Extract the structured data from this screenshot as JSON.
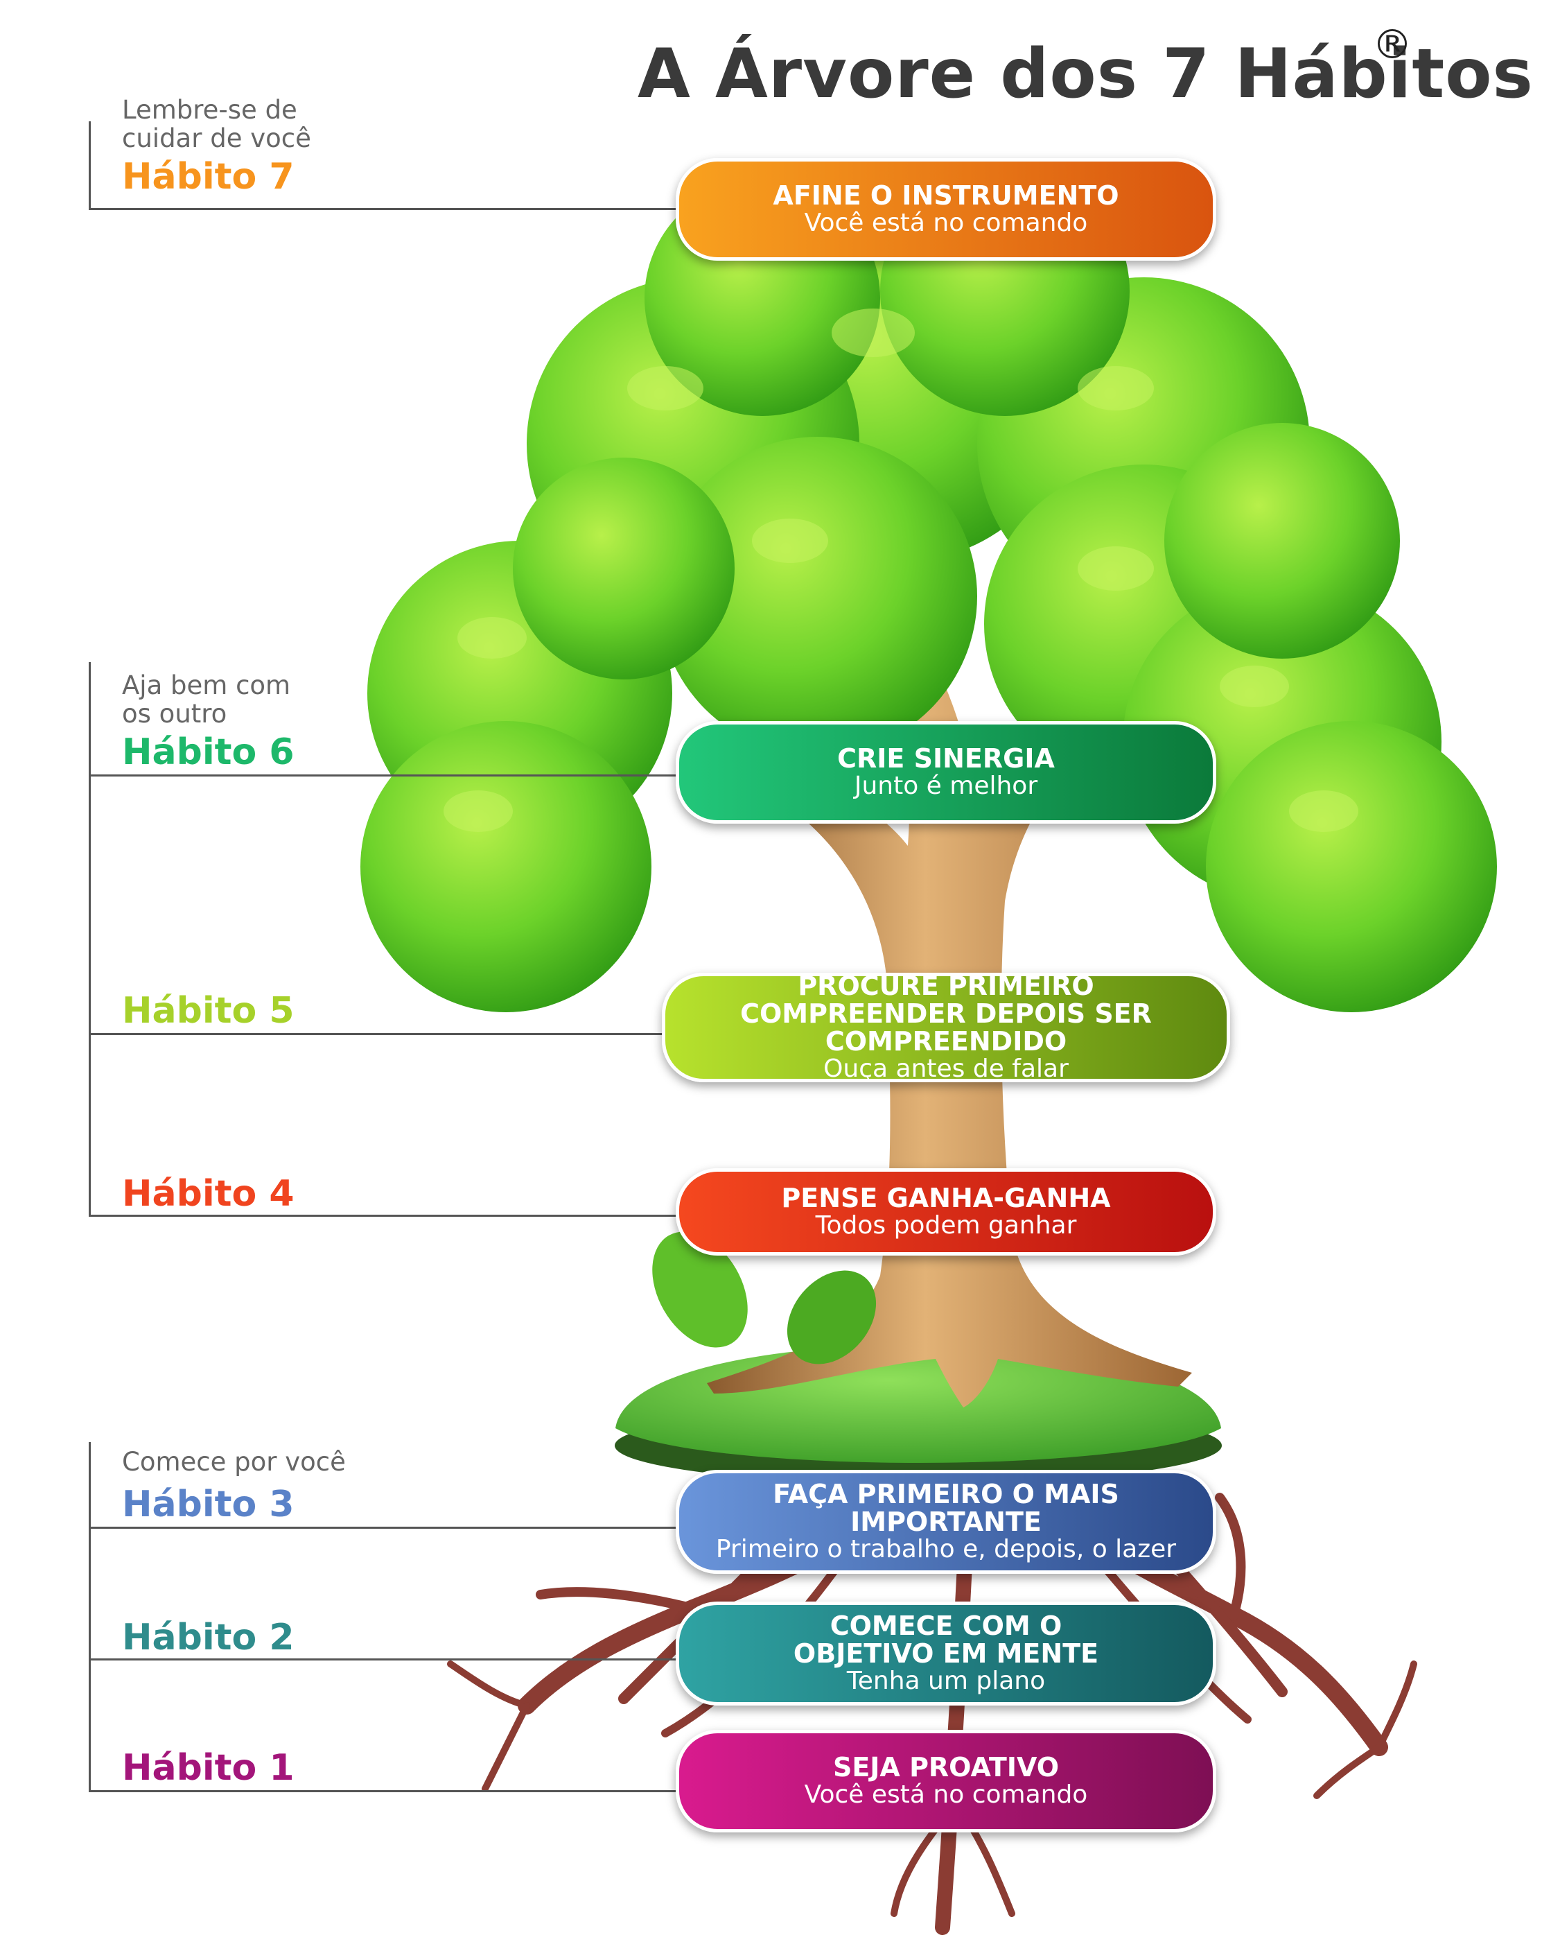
{
  "title": "A Árvore dos 7 Hábitos",
  "registered_mark": "®",
  "groups": {
    "top_note": "Lembre-se de cuidar de você",
    "middle_note": "Aja bem com os outro",
    "bottom_note": "Comece por você"
  },
  "habits": [
    {
      "label": "Hábito 7",
      "title": "AFINE O INSTRUMENTO",
      "subtitle": "Você está no comando",
      "color": "#f7941d"
    },
    {
      "label": "Hábito 6",
      "title": "CRIE SINERGIA",
      "subtitle": "Junto é melhor",
      "color": "#1db86a"
    },
    {
      "label": "Hábito 5",
      "title": "PROCURE PRIMEIRO COMPREENDER DEPOIS SER COMPREENDIDO",
      "subtitle": "Ouça antes de falar",
      "color": "#a6d12a"
    },
    {
      "label": "Hábito 4",
      "title": "PENSE GANHA-GANHA",
      "subtitle": "Todos podem ganhar",
      "color": "#f0441f"
    },
    {
      "label": "Hábito 3",
      "title": "FAÇA PRIMEIRO O MAIS IMPORTANTE",
      "subtitle": "Primeiro o trabalho e, depois, o lazer",
      "color": "#5a82c8"
    },
    {
      "label": "Hábito 2",
      "title": "COMECE COM O OBJETIVO EM MENTE",
      "subtitle": "Tenha um plano",
      "color": "#2f8c8c"
    },
    {
      "label": "Hábito 1",
      "title": "SEJA PROATIVO",
      "subtitle": "Você está no comando",
      "color": "#a3157a"
    }
  ]
}
